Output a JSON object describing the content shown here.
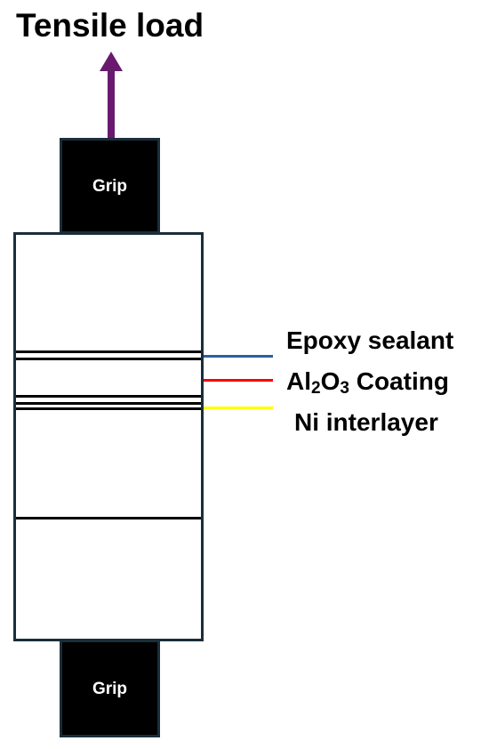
{
  "title": "Tensile load",
  "arrow_color": "#6a1a6e",
  "grips": {
    "top_label": "Grip",
    "bottom_label": "Grip"
  },
  "labels": {
    "epoxy": {
      "text": "Epoxy sealant",
      "color": "#2e5fa3"
    },
    "coating": {
      "prefix": "Al",
      "sub1": "2",
      "mid": "O",
      "sub2": "3",
      "suffix": " Coating",
      "color": "#ff0000"
    },
    "interlayer": {
      "text": "Ni interlayer",
      "color": "#ffff00"
    }
  }
}
